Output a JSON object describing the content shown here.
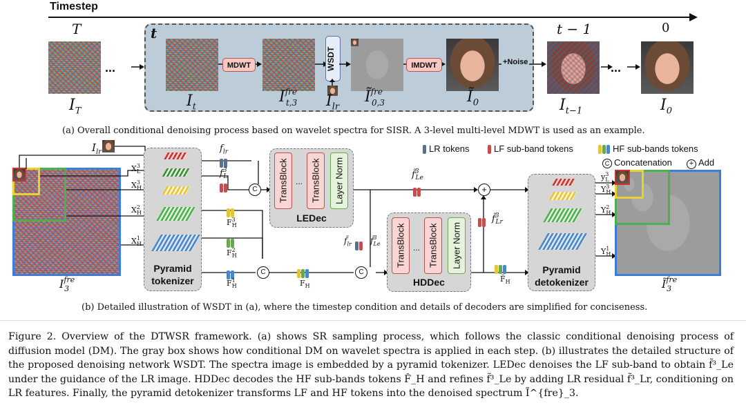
{
  "panel_a": {
    "timestep_label": "Timestep",
    "step_t": "T",
    "step_inner": "t",
    "step_prev": "t − 1",
    "step_zero": "0",
    "label_IT": "I_T",
    "label_It": "I_t",
    "label_It3": "I^{fre}_{t,3}",
    "label_Ilr": "I_lr",
    "label_I03": "Ĩ^{fre}_{0,3}",
    "label_I0tilde": "Ĩ_0",
    "label_Itm1": "I_{t−1}",
    "label_I0": "I_0",
    "mdwt_label": "MDWT",
    "wsdt_label": "WSDT",
    "imdwt_label": "IMDWT",
    "noise_label": "+Noise",
    "ellipsis": "...",
    "caption": "(a) Overall conditional denoising process based on wavelet spectra for SISR. A 3-level multi-level MDWT is used as an example."
  },
  "panel_b": {
    "input_lr": "I_lr",
    "input_spectrum": "I^{fre}_3",
    "output_spectrum": "Ĩ^{fre}_3",
    "legend": {
      "lr_tokens": "LR tokens",
      "lf_tokens": "LF sub-band tokens",
      "hf_tokens": "HF sub-bands tokens",
      "concat": "Concatenation",
      "add": "Add"
    },
    "tokenizer_label": "Pyramid tokenizer",
    "detokenizer_label": "Pyramid detokenizer",
    "ledec_label": "LEDec",
    "hddec_label": "HDDec",
    "transblock": "TransBlock",
    "layernorm": "Layer Norm",
    "ellipsis": "...",
    "xl3": "X^3_L",
    "xh3": "X^3_H",
    "xh2": "X^2_H",
    "xh1": "X^1_H",
    "f_lr": "f_lr",
    "f_l3": "f^3_L",
    "F_h3": "F^3_H",
    "F_h2": "F^2_H",
    "F_h1": "F^1_H",
    "F_h": "F_H",
    "f_le3": "f̃^3_Le",
    "f_lr_tilde": "f̃_lr",
    "f_le3_b": "f̃^3_Le",
    "f_lr3": "f̃^3_Lr",
    "F_h_tilde": "F̃_H",
    "yl3": "y^3_L",
    "yh3": "Y^3_H",
    "yh2": "Y^2_H",
    "yh1": "Y^1_H",
    "concat_symbol": "C",
    "add_symbol": "+",
    "caption": "(b) Detailed illustration of WSDT in (a), where the timestep condition and details of decoders are simplified for conciseness."
  },
  "figure_caption": "Figure 2. Overview of the DTWSR framework. (a) shows SR sampling process, which follows the classic conditional denoising process of diffusion model (DM). The gray box shows how conditional DM on wavelet spectra is applied in each step. (b) illustrates the detailed structure of the proposed denoising network WSDT. The spectra image is embedded by a pyramid tokenizer. LEDec denoises the LF sub-band to obtain f̃³_Le under the guidance of the LR image. HDDec decodes the HF sub-bands tokens F̂_H and refines f̃³_Le by adding LR residual f̃³_Lr, conditioning on LR features. Finally, the pyramid detokenizer transforms LF and HF tokens into the denoised spectrum Ĩ^{fre}_3.",
  "colors": {
    "step_box": "#bccdd9",
    "lr_token": "#5a6f8e",
    "lf_token": "#c0504d",
    "hf_yellow": "#e3c43c",
    "hf_green": "#6aa84f",
    "hf_blue": "#4a86c8",
    "red_frame": "#d0312d",
    "yellow_frame": "#e6d230",
    "green_frame": "#4caf50",
    "blue_frame": "#3b7dd8"
  }
}
